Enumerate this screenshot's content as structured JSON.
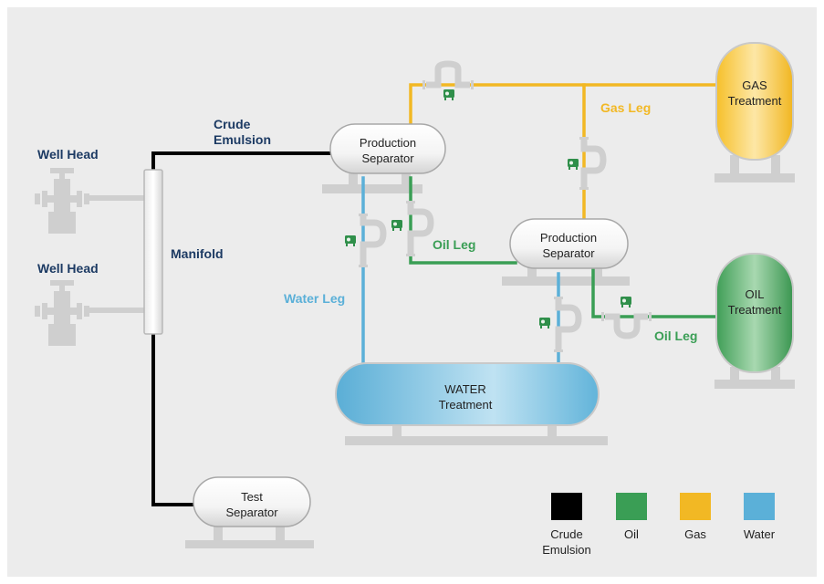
{
  "labels": {
    "well_head_1": "Well Head",
    "well_head_2": "Well Head",
    "manifold": "Manifold",
    "crude_emulsion_1": "Crude",
    "crude_emulsion_2": "Emulsion",
    "water_leg": "Water Leg",
    "oil_leg_1": "Oil Leg",
    "oil_leg_2": "Oil Leg",
    "gas_leg": "Gas Leg"
  },
  "nodes": {
    "production_separator_1": {
      "line1": "Production",
      "line2": "Separator"
    },
    "production_separator_2": {
      "line1": "Production",
      "line2": "Separator"
    },
    "test_separator": {
      "line1": "Test",
      "line2": "Separator"
    },
    "gas_treatment": {
      "line1": "GAS",
      "line2": "Treatment"
    },
    "oil_treatment": {
      "line1": "OIL",
      "line2": "Treatment"
    },
    "water_treatment": {
      "line1": "WATER",
      "line2": "Treatment"
    }
  },
  "legend": [
    {
      "key": "crude",
      "line1": "Crude",
      "line2": "Emulsion",
      "color": "#000000"
    },
    {
      "key": "oil",
      "line1": "Oil",
      "line2": "",
      "color": "#3a9e55"
    },
    {
      "key": "gas",
      "line1": "Gas",
      "line2": "",
      "color": "#f2b824"
    },
    {
      "key": "water",
      "line1": "Water",
      "line2": "",
      "color": "#5bb0d8"
    }
  ],
  "colors": {
    "background": "#ececec",
    "equipment": "#cfcfcf",
    "label_navy": "#1c3a63",
    "crude": "#000000",
    "oil": "#3a9e55",
    "gas": "#f2b824",
    "water": "#5bb0d8"
  },
  "icons": [
    "flow-meter-icon",
    "valve-icon"
  ]
}
